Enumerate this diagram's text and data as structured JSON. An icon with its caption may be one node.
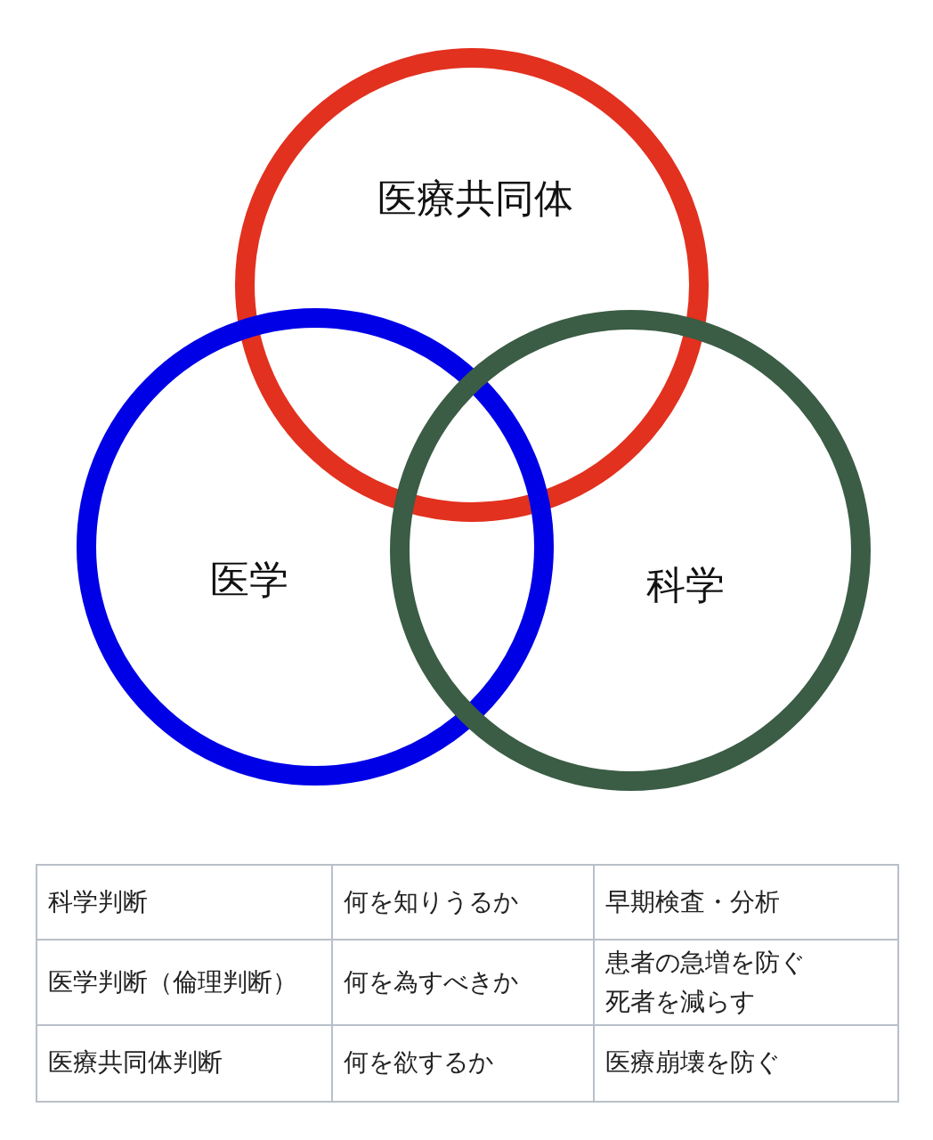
{
  "diagram": {
    "nodes": [
      {
        "text": [
          "医療共同体"
        ]
      },
      {
        "text": [
          "医学"
        ]
      },
      {
        "text": [
          "科学"
        ]
      }
    ],
    "labels": [
      "科学判断",
      "何を知りうるか",
      "早期検査・分析",
      "医学判断（倫理判断）",
      "何を為すべきか",
      "患者の急増を防ぐ死者を減らす",
      "医療共同体判断",
      "何を欲するか",
      "医療崩壊を防ぐ"
    ]
  }
}
